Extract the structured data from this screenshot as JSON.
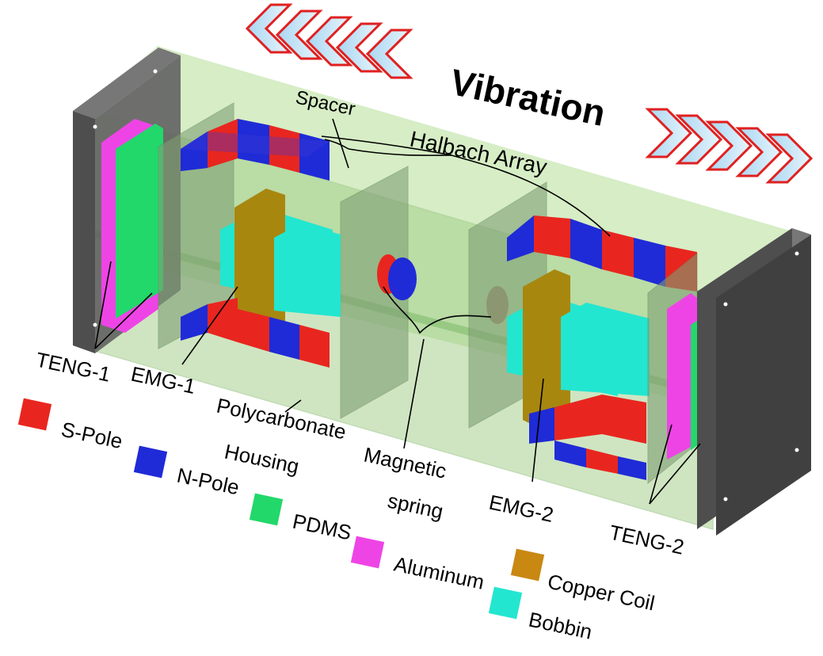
{
  "title": "Vibration",
  "labels": {
    "spacer": "Spacer",
    "halbach_array": "Halbach Array",
    "teng1": "TENG-1",
    "emg1": "EMG-1",
    "housing_line1": "Polycarbonate",
    "housing_line2": "Housing",
    "spring_line1": "Magnetic",
    "spring_line2": "spring",
    "emg2": "EMG-2",
    "teng2": "TENG-2"
  },
  "legend": [
    {
      "label": "S-Pole",
      "color": "#e8261f"
    },
    {
      "label": "N-Pole",
      "color": "#1f2bd6"
    },
    {
      "label": "PDMS",
      "color": "#22d86a"
    },
    {
      "label": "Aluminum",
      "color": "#ee44e6"
    },
    {
      "label": "Copper Coil",
      "color": "#c98812"
    },
    {
      "label": "Bobbin",
      "color": "#22e6d0"
    }
  ],
  "colors": {
    "housing": "#b9dca4",
    "end_plate": "#5a5a5a",
    "spacer": "#7f9f74",
    "arrow_outline": "#e02020",
    "arrow_fill": "#bfe0f4"
  }
}
